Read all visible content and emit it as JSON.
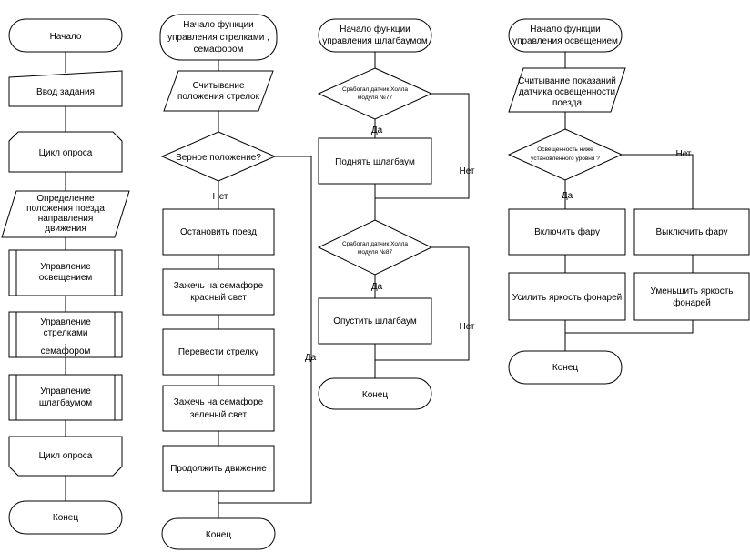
{
  "main": {
    "start": "Начало",
    "input": "Ввод задания",
    "loop_start": "Цикл опроса",
    "detect": [
      "Определение",
      "положения поезда",
      "направления",
      "движения"
    ],
    "lighting": [
      "Управление",
      "освещением"
    ],
    "switches": [
      "Управление",
      "стрелками",
      ",",
      "семафором"
    ],
    "barrier": [
      "Управление",
      "шлагбаумом"
    ],
    "loop_end": "Цикл опроса",
    "end": "Конец"
  },
  "switch_func": {
    "start": [
      "Начало функции",
      "управления стрелками ,",
      "семафором"
    ],
    "read": [
      "Считывание",
      "положения стрелок"
    ],
    "decision": "Верное положение?",
    "no_label": "Нет",
    "yes_label": "Да",
    "stop": "Остановить поезд",
    "red": [
      "Зажечь на семафоре",
      "красный свет"
    ],
    "turn": "Перевести стрелку",
    "green": [
      "Зажечь на семафоре",
      "зеленый свет"
    ],
    "continue": "Продолжить движение",
    "end": "Конец"
  },
  "barrier_func": {
    "start": [
      "Начало функции",
      "управления шлагбаумом"
    ],
    "decision1": [
      "Сработал датчик Холла",
      "модуля   №77"
    ],
    "yes1": "Да",
    "no1": "Нет",
    "raise": "Поднять шлагбаум",
    "decision2": [
      "Сработал датчик Холла",
      "модуля   №87"
    ],
    "yes2": "Да",
    "no2": "Нет",
    "lower": "Опустить шлагбаум",
    "end": "Конец"
  },
  "light_func": {
    "start": [
      "Начало функции",
      "управления освещением"
    ],
    "read": [
      "Считывание показаний",
      "датчика освещенности",
      "поезда"
    ],
    "decision": [
      "Освещенность ниже",
      "установленного уровня ?"
    ],
    "yes": "Да",
    "no": "Нет",
    "on": "Включить фару",
    "off": "Выключить фару",
    "brighter": "Усилить яркость фонарей",
    "dimmer": [
      "Уменьшить яркость",
      "фонарей"
    ],
    "end": "Конец"
  }
}
